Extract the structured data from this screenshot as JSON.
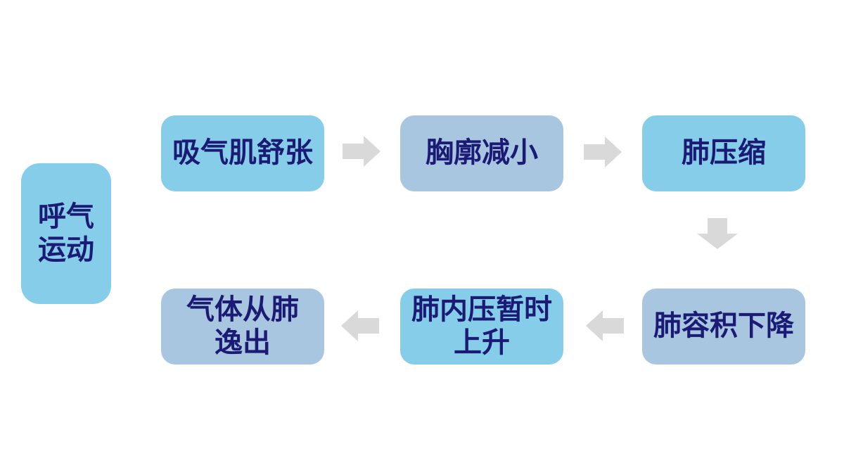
{
  "colors": {
    "box_blue": "#86CDEA",
    "box_muted_blue": "#A9C6E1",
    "text_navy": "#1B1B75",
    "arrow_gray": "#D9D9D9",
    "background": "#FFFFFF"
  },
  "diagram": {
    "root": {
      "label": "呼气运动",
      "lines": [
        "呼气",
        "运动"
      ]
    },
    "steps": [
      {
        "label": "吸气肌舒张"
      },
      {
        "label": "胸廓减小"
      },
      {
        "label": "肺压缩"
      },
      {
        "label": "肺容积下降"
      },
      {
        "label": "肺内压暂时上升",
        "lines": [
          "肺内压暂时",
          "上升"
        ]
      },
      {
        "label": "气体从肺逸出",
        "lines": [
          "气体从肺",
          "逸出"
        ]
      }
    ],
    "arrows": [
      {
        "direction": "right",
        "from": "吸气肌舒张",
        "to": "胸廓减小"
      },
      {
        "direction": "right",
        "from": "胸廓减小",
        "to": "肺压缩"
      },
      {
        "direction": "down",
        "from": "肺压缩",
        "to": "肺容积下降"
      },
      {
        "direction": "left",
        "from": "肺容积下降",
        "to": "肺内压暂时上升"
      },
      {
        "direction": "left",
        "from": "肺内压暂时上升",
        "to": "气体从肺逸出"
      }
    ]
  }
}
